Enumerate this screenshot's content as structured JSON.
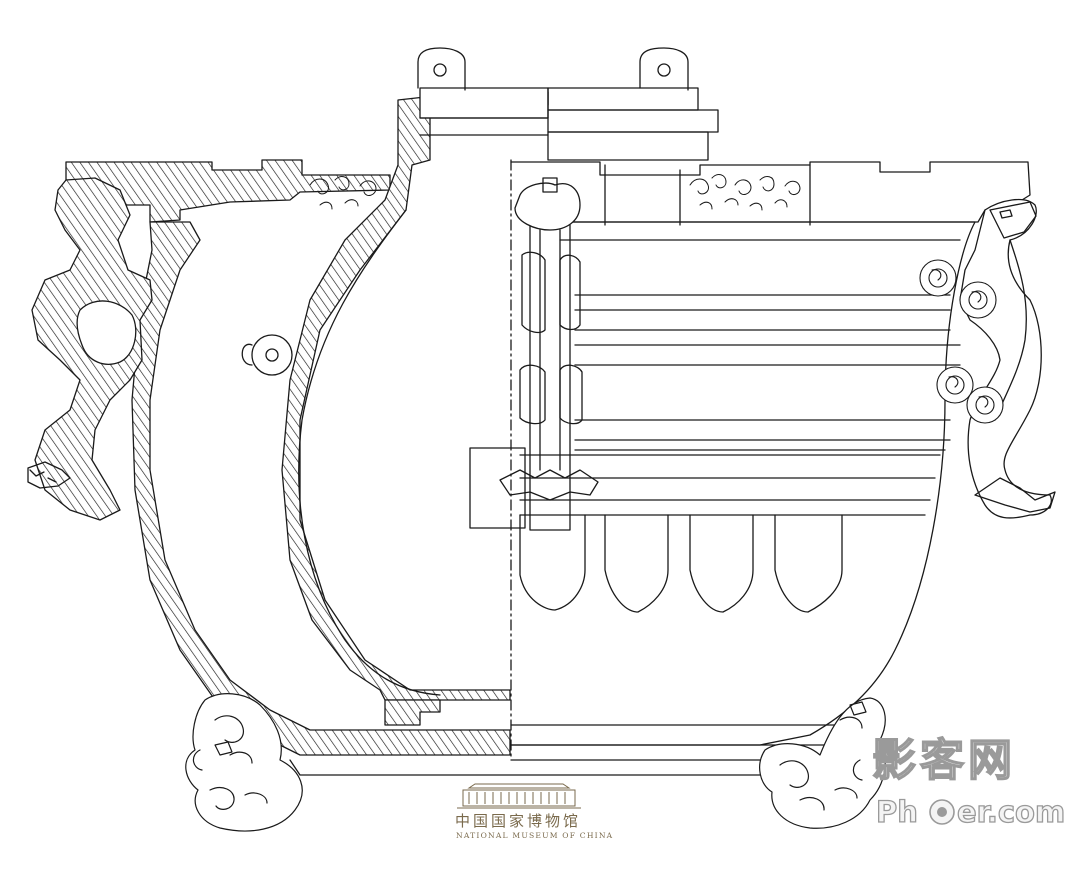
{
  "drawing": {
    "subject": "bronze-vessel-cross-section",
    "left_half": "hatched-section",
    "right_half": "exterior-elevation",
    "line_color": "#1a1a1a",
    "hatch_color": "#1a1a1a"
  },
  "logo": {
    "name_cn": "中国国家博物馆",
    "name_en": "NATIONAL MUSEUM OF CHINA",
    "color": "#7a6a4c",
    "icon": "museum-building-icon"
  },
  "watermark": {
    "text_cn": "影客网",
    "text_en_pre": "Ph",
    "text_en_post": "er.com",
    "icon": "camera-lens-icon",
    "color": "#9a9a9a",
    "accent": "#9a9a9a"
  }
}
